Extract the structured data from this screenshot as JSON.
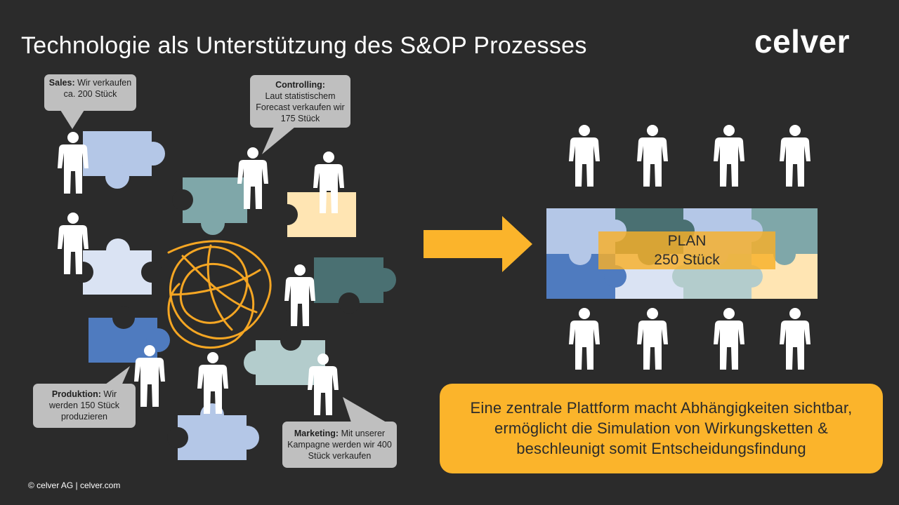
{
  "title": "Technologie als Unterstützung des S&OP Prozesses",
  "logo": "celver",
  "footer": "© celver AG | celver.com",
  "bubbles": {
    "sales": {
      "head": "Sales:",
      "text": " Wir verkaufen ca. 200 Stück"
    },
    "controlling": {
      "head": "Controlling:",
      "text": "Laut statistischem Forecast verkaufen wir 175 Stück"
    },
    "produktion": {
      "head": "Produktion:",
      "text": " Wir werden 150 Stück produzieren"
    },
    "marketing": {
      "head": "Marketing:",
      "text": " Mit unserer Kampagne werden wir 400 Stück verkaufen"
    }
  },
  "plan": {
    "line1": "PLAN",
    "line2": "250 Stück"
  },
  "callout": {
    "line1": "Eine zentrale Plattform macht Abhängigkeiten sichtbar,",
    "line2": "ermöglicht die Simulation von Wirkungsketten &",
    "line3": "beschleunigt somit Entscheidungsfindung"
  },
  "colors": {
    "background": "#2b2b2b",
    "accent": "#fbb42b",
    "piece_light_blue": "#b4c7e7",
    "piece_teal": "#7fa7a9",
    "piece_cream": "#ffe5b3",
    "piece_pale": "#dae3f3",
    "piece_dark_teal": "#4a7072",
    "piece_blue": "#4f7bbf",
    "piece_mint": "#b3cccc"
  }
}
